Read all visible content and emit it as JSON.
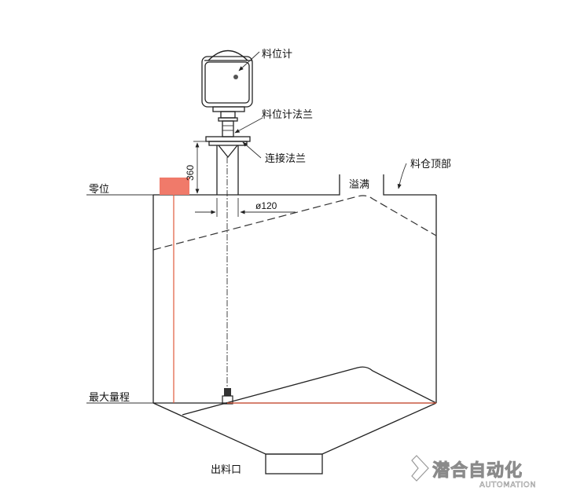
{
  "labels": {
    "gauge": "料位计",
    "gauge_flange": "料位计法兰",
    "connect_flange": "连接法兰",
    "overflow": "溢满",
    "silo_top": "料仓顶部",
    "zero": "零位",
    "max_range": "最大量程",
    "outlet": "出料口"
  },
  "dimensions": {
    "height": "360",
    "diameter": "ø120"
  },
  "watermark": {
    "brand": "潜合自动化",
    "sub": "AUTOMATION"
  },
  "colors": {
    "zero_marker": "#f07a6a",
    "red_line": "#e05a3c"
  }
}
